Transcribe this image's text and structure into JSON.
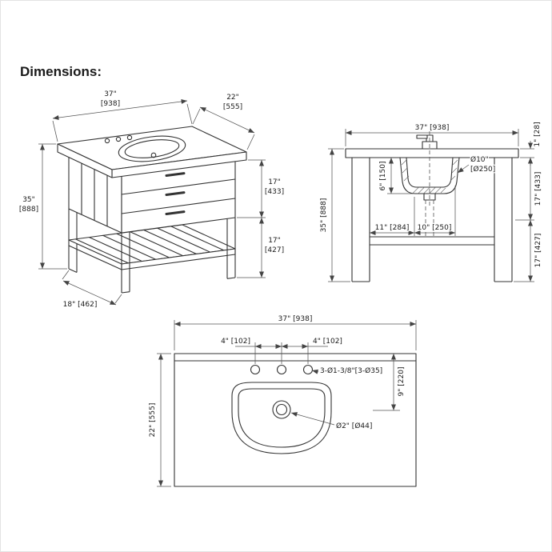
{
  "page": {
    "title": "Dimensions:"
  },
  "iso_view": {
    "width": {
      "in": "37\"",
      "mm": "[938]"
    },
    "depth": {
      "in": "22\"",
      "mm": "[555]"
    },
    "height": {
      "in": "35\"",
      "mm": "[888]"
    },
    "upper_right": {
      "in": "17\"",
      "mm": "[433]"
    },
    "lower_right": {
      "in": "17\"",
      "mm": "[427]"
    },
    "bottom_depth": "18\" [462]"
  },
  "front_view": {
    "width": "37\" [938]",
    "counter_thickness": "1\" [28]",
    "sink_diameter": {
      "line1": "Ø10\"",
      "line2": "[Ø250]"
    },
    "sink_depth": "6\" [150]",
    "upper_height": "17\" [433]",
    "total_height": "35\" [888]",
    "left_offset": "11\" [284]",
    "drain_offset": "10\" [250]",
    "lower_height": "17\" [427]"
  },
  "top_view": {
    "width": "37\" [938]",
    "faucet_spacing_left": "4\" [102]",
    "faucet_spacing_right": "4\" [102]",
    "faucet_holes": "3-Ø1-3/8\"[3-Ø35]",
    "back_offset": "9\" [220]",
    "depth": "22\" [555]",
    "drain_diameter": "Ø2\" [Ø44]"
  }
}
